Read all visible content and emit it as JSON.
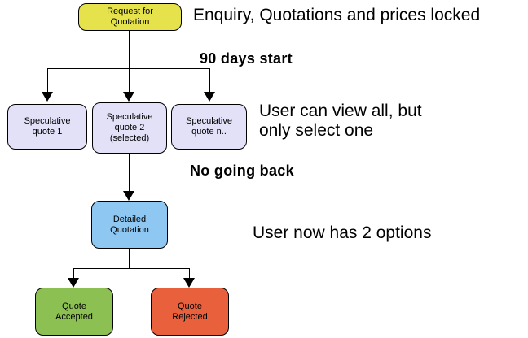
{
  "diagram": {
    "title_implicit": "Quotation workflow flowchart",
    "nodes": {
      "request": {
        "label": "Request for\nQuotation",
        "color": "#e5e24b"
      },
      "spec1": {
        "label": "Speculative\nquote 1",
        "color": "#e3e1f7"
      },
      "spec2": {
        "label": "Speculative\nquote 2\n(selected)",
        "color": "#e3e1f7"
      },
      "specn": {
        "label": "Speculative\nquote n..",
        "color": "#e3e1f7"
      },
      "detailed": {
        "label": "Detailed\nQuotation",
        "color": "#8ec7f2"
      },
      "accepted": {
        "label": "Quote\nAccepted",
        "color": "#8dc052"
      },
      "rejected": {
        "label": "Quote\nRejected",
        "color": "#e8603c"
      }
    },
    "annotations": {
      "top_right": "Enquiry, Quotations and prices locked",
      "divider1_label": "90 days start",
      "middle_right": "User can view all, but\nonly select one",
      "divider2_label": "No going back",
      "bottom_right": "User now has 2 options"
    },
    "colors": {
      "line": "#000000",
      "border": "#000000",
      "background": "#ffffff"
    }
  }
}
